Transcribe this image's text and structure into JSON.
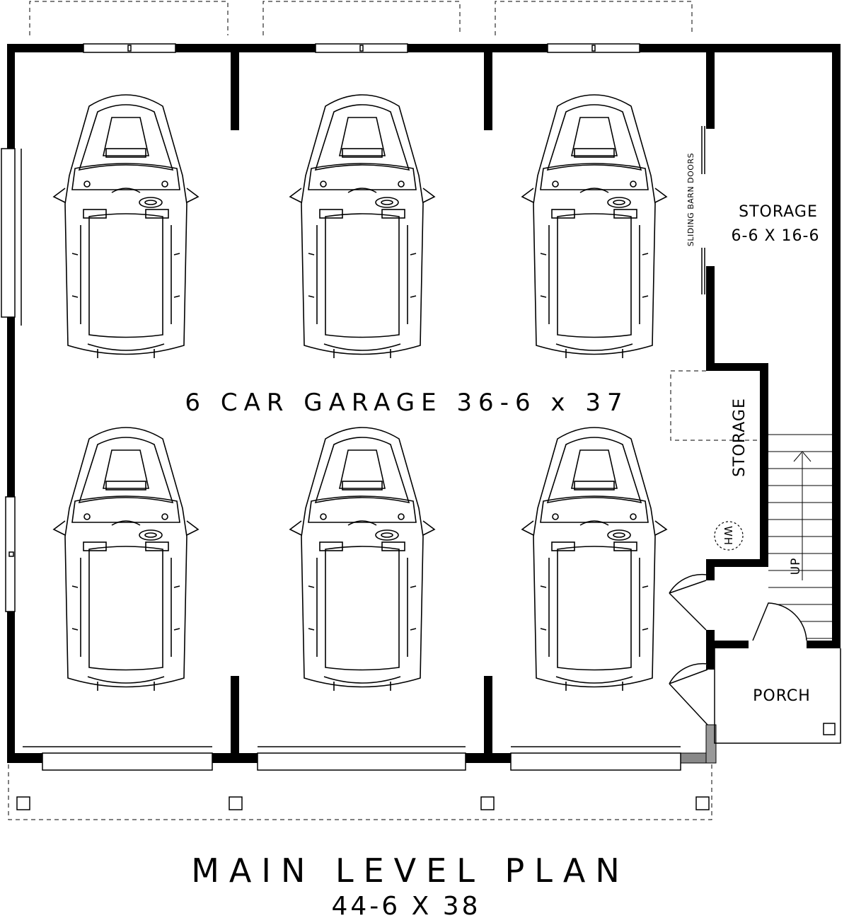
{
  "rooms": {
    "garage": "6 CAR GARAGE 36-6 x 37",
    "storage_main_name": "STORAGE",
    "storage_main_size": "6-6 X 16-6",
    "storage_small": "STORAGE",
    "porch": "PORCH",
    "sliding_doors": "SLIDING BARN DOORS",
    "water_heater": "WH",
    "stair_direction": "UP"
  },
  "title": {
    "main": "MAIN LEVEL PLAN",
    "dimensions": "44-6 X 38"
  },
  "car_count": 6,
  "colors": {
    "line": "#000000",
    "background": "#ffffff"
  }
}
